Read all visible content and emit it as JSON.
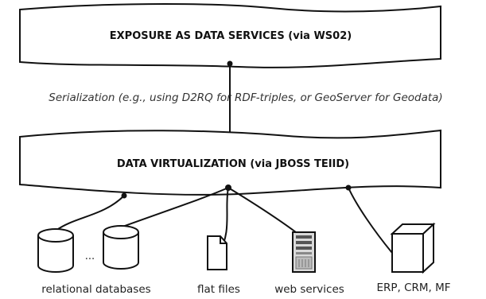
{
  "layers": {
    "top": {
      "title": "EXPOSURE AS DATA SERVICES (via WS02)"
    },
    "middle": {
      "title": "DATA VIRTUALIZATION (via JBOSS TEIID)"
    }
  },
  "connector_label": "Serialization (e.g., using D2RQ for RDF-triples, or GeoServer for Geodata)",
  "ellipsis": "...",
  "sources": [
    {
      "label": "relational databases",
      "icon": "database-cylinder-icon"
    },
    {
      "label": "flat files",
      "icon": "document-file-icon"
    },
    {
      "label": "web services",
      "icon": "server-tower-icon"
    },
    {
      "label": "ERP, CRM, MF",
      "icon": "cube-box-icon"
    }
  ],
  "colors": {
    "line": "#111111",
    "background": "#ffffff"
  }
}
